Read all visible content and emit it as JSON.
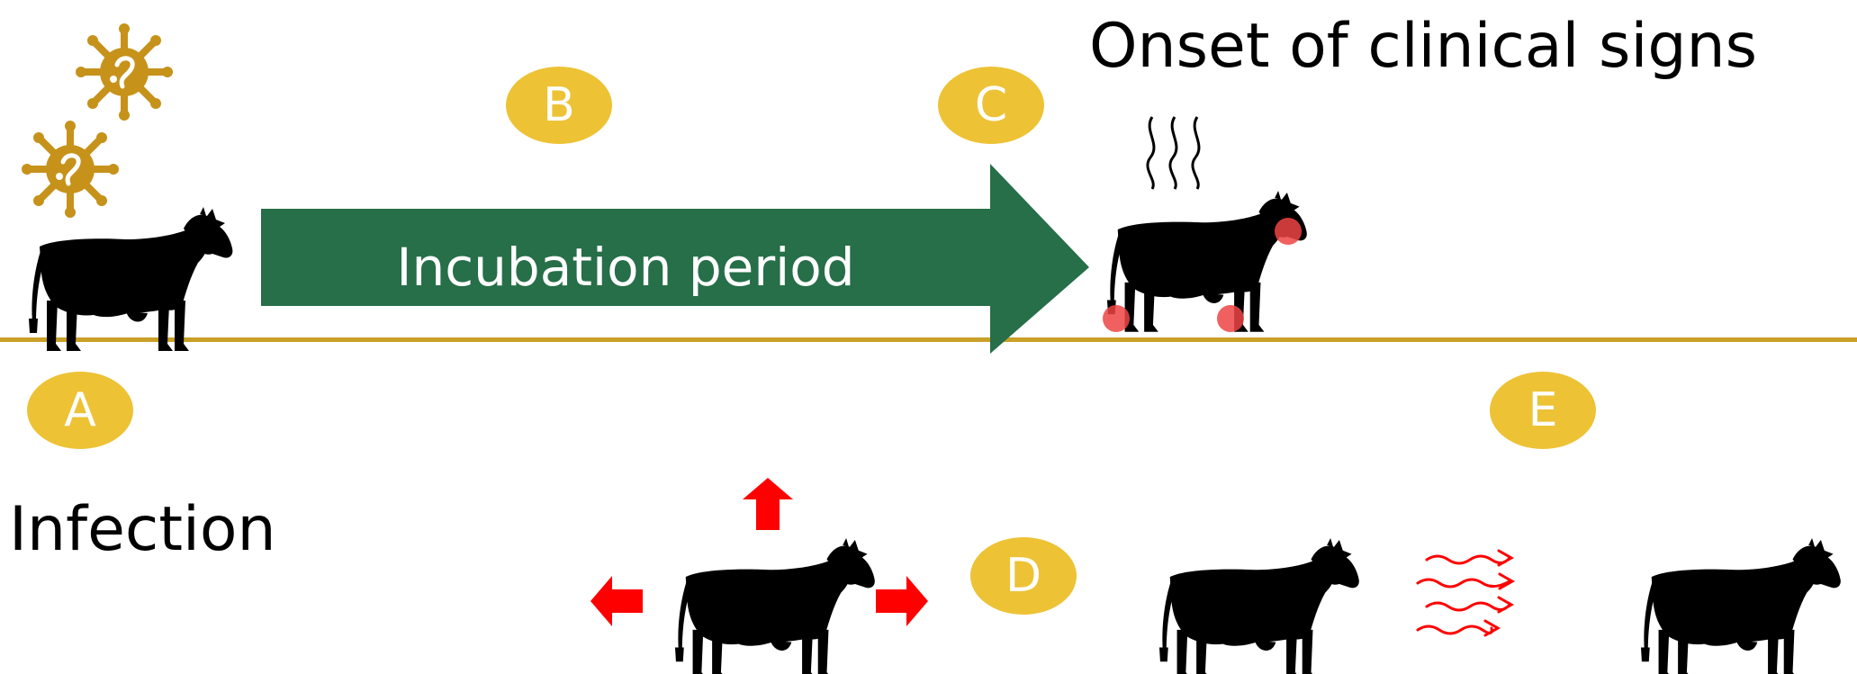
{
  "labels": {
    "onset": "Onset of clinical signs",
    "infection": "Infection",
    "incubation": "Incubation period"
  },
  "badges": {
    "a": "A",
    "b": "B",
    "c": "C",
    "d": "D",
    "e": "E"
  },
  "colors": {
    "badge": "#EDC235",
    "arrow": "#266F48",
    "ground": "#C9A028",
    "virus": "#C6921A",
    "lesion": "#EE4444",
    "movement": "#FF0000",
    "cow": "#000000"
  },
  "icons": [
    "virus-icon",
    "cow-icon",
    "lesion-icon",
    "fever-icon",
    "movement-arrow-icon",
    "airborne-spread-icon"
  ]
}
